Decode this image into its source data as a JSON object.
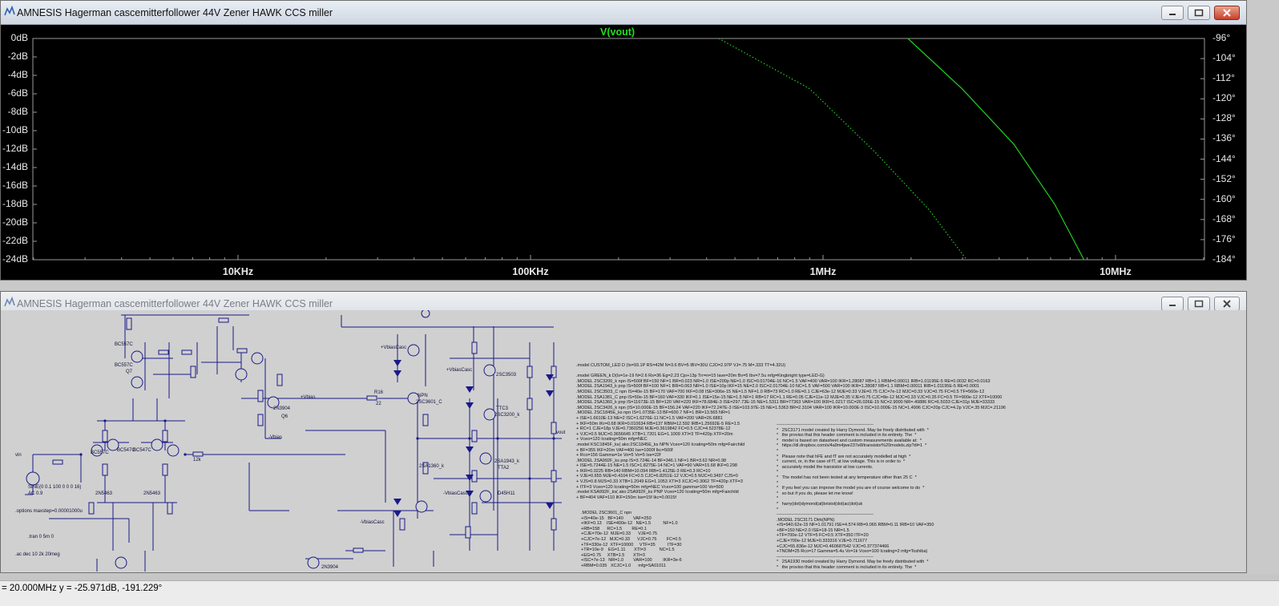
{
  "top_window": {
    "title": "AMNESIS Hagerman cascemitterfollower 44V Zener HAWK CCS miller",
    "trace_label": "V(vout)",
    "y_left_labels": [
      "0dB",
      "-2dB",
      "-4dB",
      "-6dB",
      "-8dB",
      "-10dB",
      "-12dB",
      "-14dB",
      "-16dB",
      "-18dB",
      "-20dB",
      "-22dB",
      "-24dB"
    ],
    "y_right_labels": [
      "-96°",
      "-104°",
      "-112°",
      "-120°",
      "-128°",
      "-136°",
      "-144°",
      "-152°",
      "-160°",
      "-168°",
      "-176°",
      "-184°"
    ],
    "x_labels": [
      "10KHz",
      "100KHz",
      "1MHz",
      "10MHz"
    ]
  },
  "plot": {
    "trace_color": "#20d020",
    "magnitude_db": {
      "freq_hz": [
        1950000,
        3000000,
        4500000,
        6200000,
        7800000
      ],
      "db": [
        0,
        -5.5,
        -11.5,
        -18,
        -24
      ]
    },
    "phase_deg": {
      "freq_hz": [
        440000,
        900000,
        1500000,
        2300000,
        3100000
      ],
      "deg": [
        -96,
        -116,
        -141,
        -164,
        -184
      ]
    }
  },
  "bottom_window": {
    "title": "AMNESIS Hagerman cascemitterfollower 44V Zener HAWK CCS miller",
    "labels": {
      "q1": "BC557C",
      "q2": "BC557C",
      "q7": "Q7",
      "q3": "BC547C",
      "q4": "BC547C",
      "q5": "BC557C",
      "q6": "Q6",
      "jfet": "2N5463",
      "jfet2": "2N5463",
      "q23": "2SC3503",
      "q_ttc": "TTC3",
      "q_2sc": "2SC3200_k",
      "q_2sa": "2SA1360_k",
      "q_2sa2": "2SA1943_k",
      "q_tta": "TTA2",
      "q_2sd": "D45H11",
      "q_npn": "NPN",
      "q_2sc2": "2SC3601_C",
      "vin": "vin",
      "vout": "vout",
      "rin": "12k",
      "bias": "+Vbias",
      "vbias_casc": "+VbiasCasc",
      "vbias_neg": "-VbiasCasc",
      "vbias_neg2": "-Vbias",
      "r16": "R16",
      "r16v": "22",
      "q16": "2N3904",
      "sine": "SINE(0 0.1 100 0 0 0 16)",
      "ac": "AC 0.9",
      "options": ".options maxstep=0.00001000u",
      "tran": ".tran 0 5m 0",
      "acdec": ".ac dec 10 2k 20meg",
      "q17": "2N3904"
    },
    "netlist_1": ".model CUSTOM_LED D (Is=93.1P RS=42M N=3.6 BV=5 IBV=30U CJO=2.97P VJ=.75 M=.333 TT=4.32U)\n\n.model GREEN_k D(Is=1e-19 N=2.6 Rs=36 Eg=2.23 Cjo+13p Trr=n=15 Iave=20m Bv=5 Ibv=7.5u mfg=Kingbright type=LED-G)\n.MODEL 2SC3200_k npn IS=500f BF=150 NF=1 BR=0.023 NR=1.0 ISE=200p NE=1.0 ISC=0.01704E-16 NC=1.5 VAF=400 VAR=100 IKR=1.28087 RB=1.1 RBM=0.00011 IRB=1.01195E-5 RE=0.0032 RC=0.0163\n.MODEL 2SA1943_k pnp IS=500f BF=100 NF=1 BR=0.063 NR=1.0 ISE=10p IKF=15 NE=2.0 ISC=2.01704E-10 NC=1.5 VAF=500 VAR=100 IKR=1.28087 RB=1.1 RBM=0.00011 IRB=1.01195E-5 RE=0.0001\n.MODEL 2SC3503_C npn IS=40e-15 BF=170 VAF=700 IKF=0.08 ISE=306e-15 NE=1.5 NF=1.0 RB=73 RC=1.0 RE=0.1 CJE=63e-12 MJE=0.33 VJE=0.75 CJC=7e-12 MJC=0.33 VJC=0.75 FC=0.5 TF=560e-12\n.MODEL 2SA1381_C pnp IS=50e-15 BF=160 VAF=330 IKF=0.1 ISE=15e-15 NE=1.5 NF=1 RB=17 RC=1.1 RE=0.05 CJE=11e-12 MJE=0.35 VJE=0.75 CJC=8e-12 MJC=0.33 VJC=0.35 FC=0.5 TF=900e-12 XTF=10000\n.MODEL 2SA1360_k pnp IS=11673E-15 BF=120 VAF=220 IKF=78.684E-3 ISE=297.73E-15 NE=1.5311 BR=77363 VAR=100 IKR=1.0217 ISC=26.026E-15 NC=2.9000 NR=.49886 RC=6.5033 CJE=31p MJE=33333\n.MODEL 2SC3426_k npn (IS=10.000E-15 BF=156.24 VAF=220 IKF=72.247E-3 ISE=103.97E-15 NE=1.5363 BR=2.3104 VAR=100 IKR=10.000E-3 ISC=10.000E-15 NC=1.4996 CJC=20p CJC=4.2p VJC=.35 MJC=.21196\n.MODEL 2SC1845E_ks npn IS=1.0735E-13 BF=600.7 NF=1 BR=13.565 NR=1\n+ ISE=1.6610E-13 NE=2 ISC=1.6276E-11 NC=1.5 VAF=200 VAR=26.6881\n+ IKF=50m IKr=0.68 IKR=0.010634 RB=137 RBM=12.592 IRB=1.25692E-5 RE=1.5\n+ RC=1 CJE=18p VJE=0.7360256 MJE=0.3619842 FC=0.5 CJC=4.52378E-12\n+ VJC=0.5 MJC=0.3656645 XTB=1.7201 EG=1.1009 XTI=3 TF=420p XTF=20m\n+ Vceo=120 Icrating=50m mfg=NEC\n.model KSC1845F_ks( ako:2SC1845E_ks NPN Vceo=120 Icrating=50m mfg=Fairchild\n+ BF=355 IKF=20m VAF=400 Ise=1000f Ikc=500f\n+ Rco=156 Gamma=1e Vo=5 Vo=5 Ise=22f\n.MODEL 2SA992F_ks pnp IS=3.724E-14 BF=346.1 NF=1 BR=3.62 NR=0.98\n+ ISE=5.7244E-15 NE=1.5 ISC=1.8275E-14 NC=1 VAF=90 VAR=15.68 IKF=0.298\n+ IKR=0.0225 RB=140 RBM=10.094 IRB=1.4125E-3 RE=0.3 RC=10\n+ VJE=0.655 MJE=0.4104 FC=0.5 CJC=6.8251E-12 VJC=0.5 MJC=0.3497 CJS=0\n+ VJS=0.8 MJS=0.33 XTB=1.2049 EG=1.1053 XTI=3 XCJC=0.3062 TF=420p XTF=3\n+ ITF=3 Vceo=120 Icrating=50m mfg=NEC Vceo=100 gamma=100 Vo=500\n.model KSA992F_ks( ako:2SA992F_ks PNP Vceo=120 Icrating=50m mfg=Fairchild\n+ BF=404 VAF=110 IKF=150m Ise=15f Ikc=0.0015f\n+ Rco=70 Rc=0 Gamma=1500e Vo=100 Ise=45f Ik=75f",
    "netlist_2": "------------------------------------------------------------------\n*   2SC3171 model created by Harry Dymond. May be freely distributed with  *\n*   the proviso that this header comment is included in its entirety. The  *\n*   model is based on datasheet and custom measurements available at:  *\n*   https://dl.dropbox.com/s/4a9m4jwe237e8/transistor%20models.zip?dl=1  *\n*\n*   Please note that hFE and fT are not accurately modelled at high  *\n*   current, or, in the case of fT, at low voltage. This is in order to  *\n*   accurately model the transistor at low currents.\n*\n*   The model has not been tested at any temperature other than 25 C  *\n*\n*   If you feel you can improve the model you are of course welcome to do  *\n*   so but if you do, please let me know!\n*\n*   harry(dot)dymond(at)bristol(dot)ac(dot)uk\n*\n------------------------------------------------------------------\n.MODEL 2SC3171 Dtrk(NPN)\n+IS=940.62e-15 NF=1.01791 ISE=4.574 RB=9.065 RBM=0.11 IRB=10 VAF=350\n+BF=150 NE=2.0 ISE=18-15 NR=1.5\n+TF=700e-12 VTF=5 FC=0.5 XTF=350 ITF=20\n+CJE=700e-12 MJE=0.333316 VJE=0.711677\n+CJC=55.836e-12 MJC=0.460687542 VJC=0.377374466\n+TNOM=25 Rco=17 Gamma=5.4u Vo=1k Vceo=100 Icrating=2 mfg=Toshiba)\n------------------------------------------------------------------\n*   2SA1930 model created by Harry Dymond. May be freely distributed with  *\n*   the proviso that this header comment is included in its entirety. The  *",
    "netlist_3": ".MODEL 2SC3601_C npn\n+IS=40e-15   BF=140        VAF=250\n+IKF=0.13    ISE=400e-12   NE=1.5          NF=1.0\n+RB=158      RC=1.5        RE=0.1\n+CJE=70e-12  MJE=0.33      VJE=0.75\n+CJC=7e-12   MJC=0.33      VJC=0.75        FC=0.5\n+TF=330e-12  XTF=10000     VTF=35          ITF=30\n+TR=10e-9    EG=1.11       XTI=3           NC=1.5\n+EG=0.75     XTB=1.5       XTI=3\n+ISC=7e-13   NR=1.0        VAR=100         IKR=3e-6\n+RBM=0.035   XCJC=1.0      mfg=SA01011"
  },
  "status": {
    "text": "= 20.000MHz    y = -25.971dB, -191.229°"
  }
}
